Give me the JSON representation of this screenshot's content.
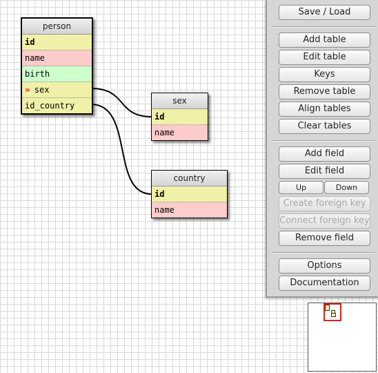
{
  "tables": {
    "person": {
      "title": "person",
      "rows": [
        {
          "label": "id",
          "type": "pk",
          "color": "#f0f0a8"
        },
        {
          "label": "name",
          "type": "field",
          "color": "#ffcccc"
        },
        {
          "label": "birth",
          "type": "field",
          "color": "#ccffcc"
        },
        {
          "label": "sex",
          "type": "fk",
          "color": "#f0f0a8",
          "marker": "»"
        },
        {
          "label": "id_country",
          "type": "field",
          "color": "#f0f0a8"
        }
      ]
    },
    "sex": {
      "title": "sex",
      "rows": [
        {
          "label": "id",
          "type": "pk",
          "color": "#f0f0a8"
        },
        {
          "label": "name",
          "type": "field",
          "color": "#ffcccc"
        }
      ]
    },
    "country": {
      "title": "country",
      "rows": [
        {
          "label": "id",
          "type": "pk",
          "color": "#f0f0a8"
        },
        {
          "label": "name",
          "type": "field",
          "color": "#ffcccc"
        }
      ]
    }
  },
  "toolbar": {
    "save_load": "Save / Load",
    "add_table": "Add table",
    "edit_table": "Edit table",
    "keys": "Keys",
    "remove_table": "Remove table",
    "align_tables": "Align tables",
    "clear_tables": "Clear tables",
    "add_field": "Add field",
    "edit_field": "Edit field",
    "up": "Up",
    "down": "Down",
    "create_foreign_key": "Create foreign key",
    "connect_foreign_key": "Connect foreign key",
    "remove_field": "Remove field",
    "options": "Options",
    "documentation": "Documentation"
  },
  "colors": {
    "key_row": "#f0f0a8",
    "name_row": "#ffcccc",
    "date_row": "#ccffcc",
    "minimap_view": "#e02020"
  }
}
